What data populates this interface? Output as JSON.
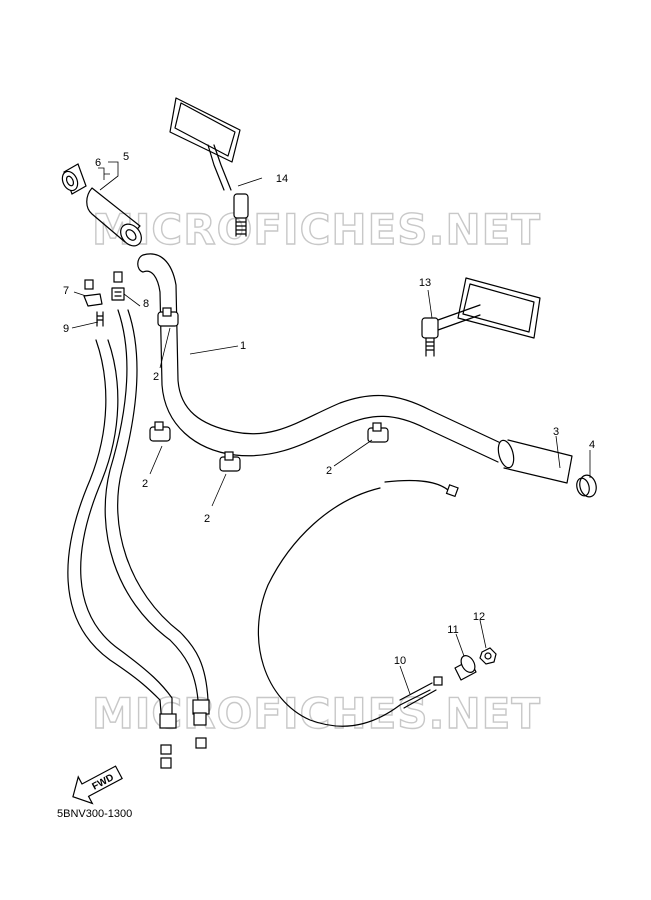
{
  "diagram": {
    "watermarks": [
      "MICROFICHES.NET",
      "MICROFICHES.NET"
    ],
    "direction_label": "FWD",
    "part_code": "5BNV300-1300",
    "callouts": {
      "c1": "1",
      "c2a": "2",
      "c2b": "2",
      "c2c": "2",
      "c2d": "2",
      "c3": "3",
      "c4": "4",
      "c5": "5",
      "c6": "6",
      "c7": "7",
      "c8": "8",
      "c9": "9",
      "c10": "10",
      "c11": "11",
      "c12": "12",
      "c13": "13",
      "c14": "14"
    }
  }
}
